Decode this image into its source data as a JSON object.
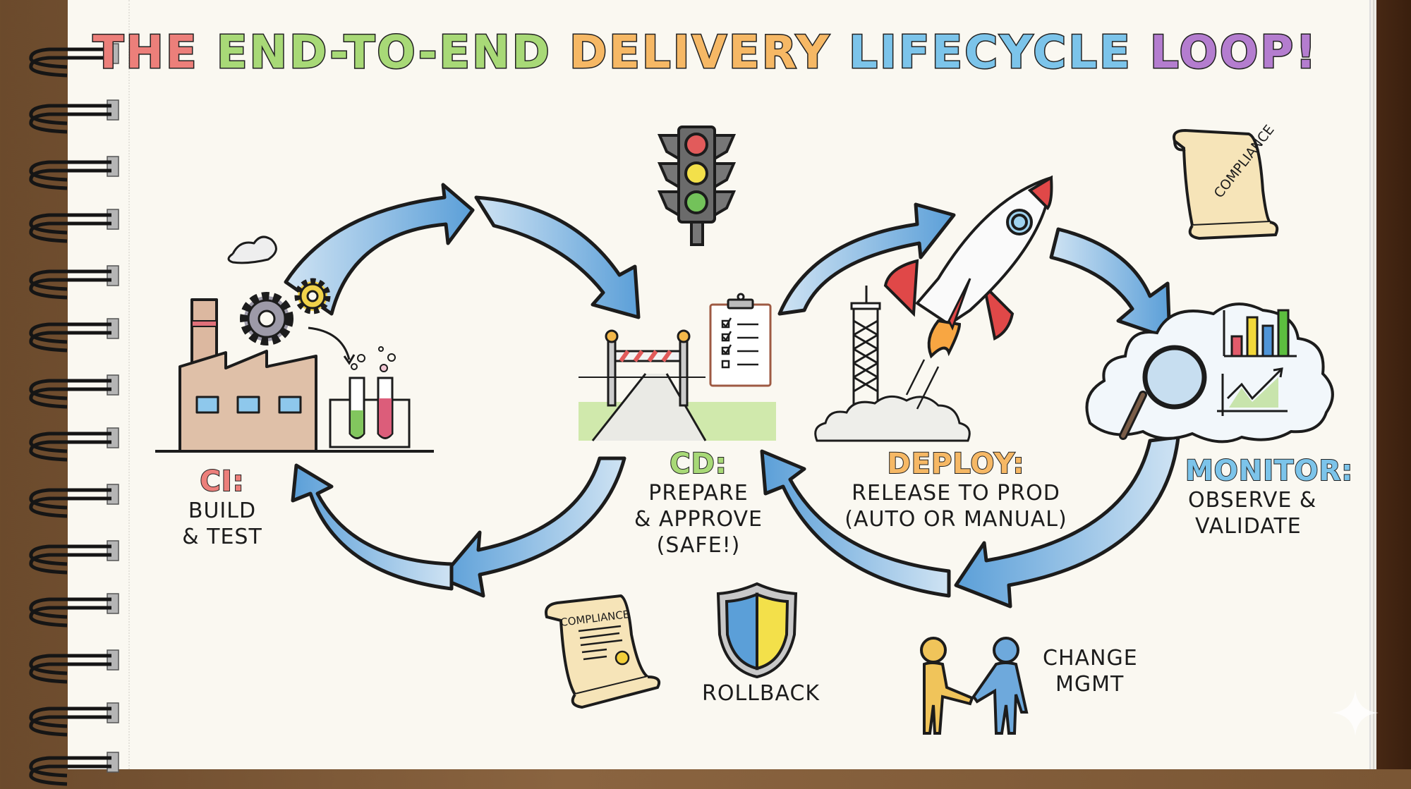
{
  "title": {
    "parts": [
      {
        "text": "THE",
        "color": "#ec7f7a"
      },
      {
        "text": "END-TO-END",
        "color": "#a8d977"
      },
      {
        "text": "DELIVERY",
        "color": "#f6b865"
      },
      {
        "text": "LIFECYCLE",
        "color": "#7cc4ea"
      },
      {
        "text": "LOOP!",
        "color": "#b47dcf"
      }
    ]
  },
  "stages": [
    {
      "id": "ci",
      "heading": "CI:",
      "heading_color": "#ec7f7a",
      "lines": [
        "BUILD",
        "& TEST"
      ],
      "icons": [
        "factory-icon",
        "gear-icon",
        "test-tubes-icon"
      ]
    },
    {
      "id": "cd",
      "heading": "CD:",
      "heading_color": "#a8d977",
      "lines": [
        "PREPARE",
        "& APPROVE",
        "(SAFE!)"
      ],
      "icons": [
        "traffic-light-icon",
        "barrier-gate-icon",
        "checklist-clipboard-icon"
      ]
    },
    {
      "id": "deploy",
      "heading": "DEPLOY:",
      "heading_color": "#f6b865",
      "lines": [
        "RELEASE TO PROD",
        "(AUTO OR MANUAL)"
      ],
      "icons": [
        "rocket-icon",
        "launch-tower-icon"
      ]
    },
    {
      "id": "monitor",
      "heading": "MONITOR:",
      "heading_color": "#7cc4ea",
      "lines": [
        "OBSERVE &",
        "VALIDATE"
      ],
      "icons": [
        "cloud-icon",
        "magnifier-icon",
        "bar-chart-icon",
        "trend-chart-icon"
      ]
    }
  ],
  "extras": {
    "compliance_top": "COMPLIANCE",
    "compliance_bottom": "COMPLIANCE",
    "rollback": "ROLLBACK",
    "change_mgmt": [
      "CHANGE",
      "MGMT"
    ]
  },
  "colors": {
    "arrow_fill": "#8fc0e6",
    "arrow_fill_dark": "#5b9fd8",
    "outline": "#1c1c1c",
    "paper": "#faf8f1",
    "traffic_red": "#e25b5b",
    "traffic_yellow": "#f3e04a",
    "traffic_green": "#73c25a",
    "rocket_red": "#e04848",
    "chart_bars": [
      "#e25b6b",
      "#f2d83a",
      "#4f95d8",
      "#5cbf3f"
    ]
  }
}
